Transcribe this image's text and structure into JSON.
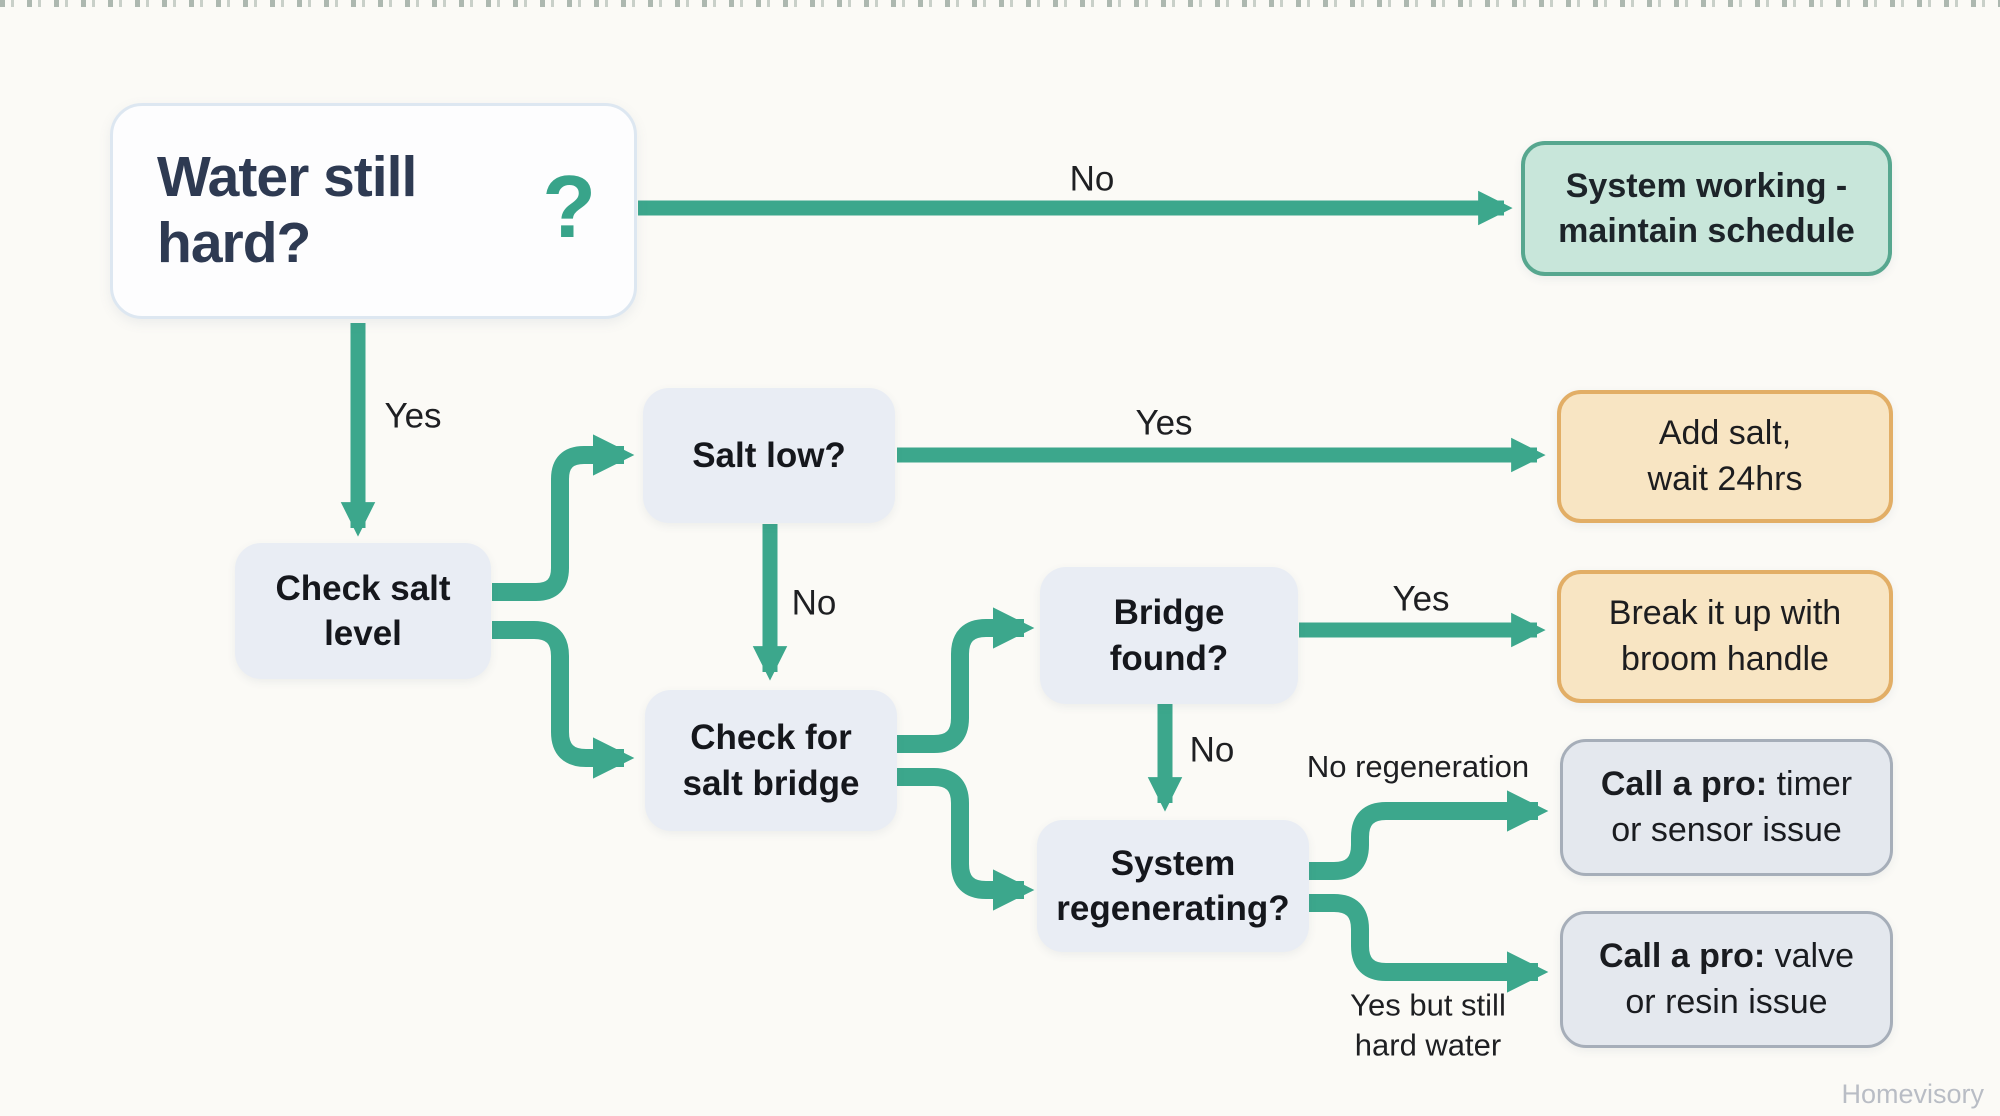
{
  "colors": {
    "background": "#fbfaf6",
    "arrow": "#3ca78c",
    "node_bg": "#e9edf4",
    "start_bg": "#fdfdfe",
    "start_border": "#dde7f1",
    "start_text": "#2e3a52",
    "question_mark": "#38a48a",
    "success_bg": "#c8e6da",
    "success_border": "#57a78f",
    "action_bg": "#f8e5c3",
    "action_border": "#e2ae66",
    "pro_bg": "#e4e8ee",
    "pro_border": "#a6aeb9",
    "text_dark": "#15171c",
    "watermark": "#b9bdc5"
  },
  "nodes": {
    "start": {
      "label": "Water still\nhard?",
      "icon": "?"
    },
    "check_salt": {
      "label": "Check salt\nlevel"
    },
    "salt_low": {
      "label": "Salt low?"
    },
    "check_bridge": {
      "label": "Check for\nsalt bridge"
    },
    "bridge_found": {
      "label": "Bridge\nfound?"
    },
    "system_regen": {
      "label": "System\nregenerating?"
    },
    "outcome_working": {
      "label": "System working -\nmaintain schedule"
    },
    "outcome_add_salt": {
      "label": "Add salt,\nwait 24hrs"
    },
    "outcome_break": {
      "label": "Break it up with\nbroom handle"
    },
    "outcome_timer": {
      "prefix": "Call a pro:",
      "rest": " timer\nor sensor issue"
    },
    "outcome_valve": {
      "prefix": "Call a pro:",
      "rest": " valve\nor resin issue"
    }
  },
  "edge_labels": {
    "start_no": "No",
    "start_yes": "Yes",
    "salt_low_yes": "Yes",
    "salt_low_no": "No",
    "bridge_yes": "Yes",
    "bridge_no": "No",
    "regen_no": "No regeneration",
    "regen_yes": "Yes but still\nhard water"
  },
  "watermark": "Homevisory"
}
